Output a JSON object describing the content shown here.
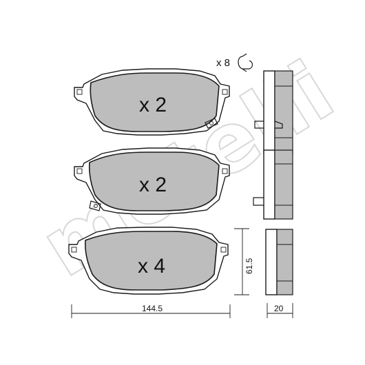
{
  "watermark": "metelli",
  "clip": {
    "label": "x 8"
  },
  "pads": [
    {
      "quantity": "x 2"
    },
    {
      "quantity": "x 2"
    },
    {
      "quantity": "x 4"
    }
  ],
  "dimensions": {
    "width": "144.5",
    "height": "61.5",
    "thickness": "20"
  }
}
